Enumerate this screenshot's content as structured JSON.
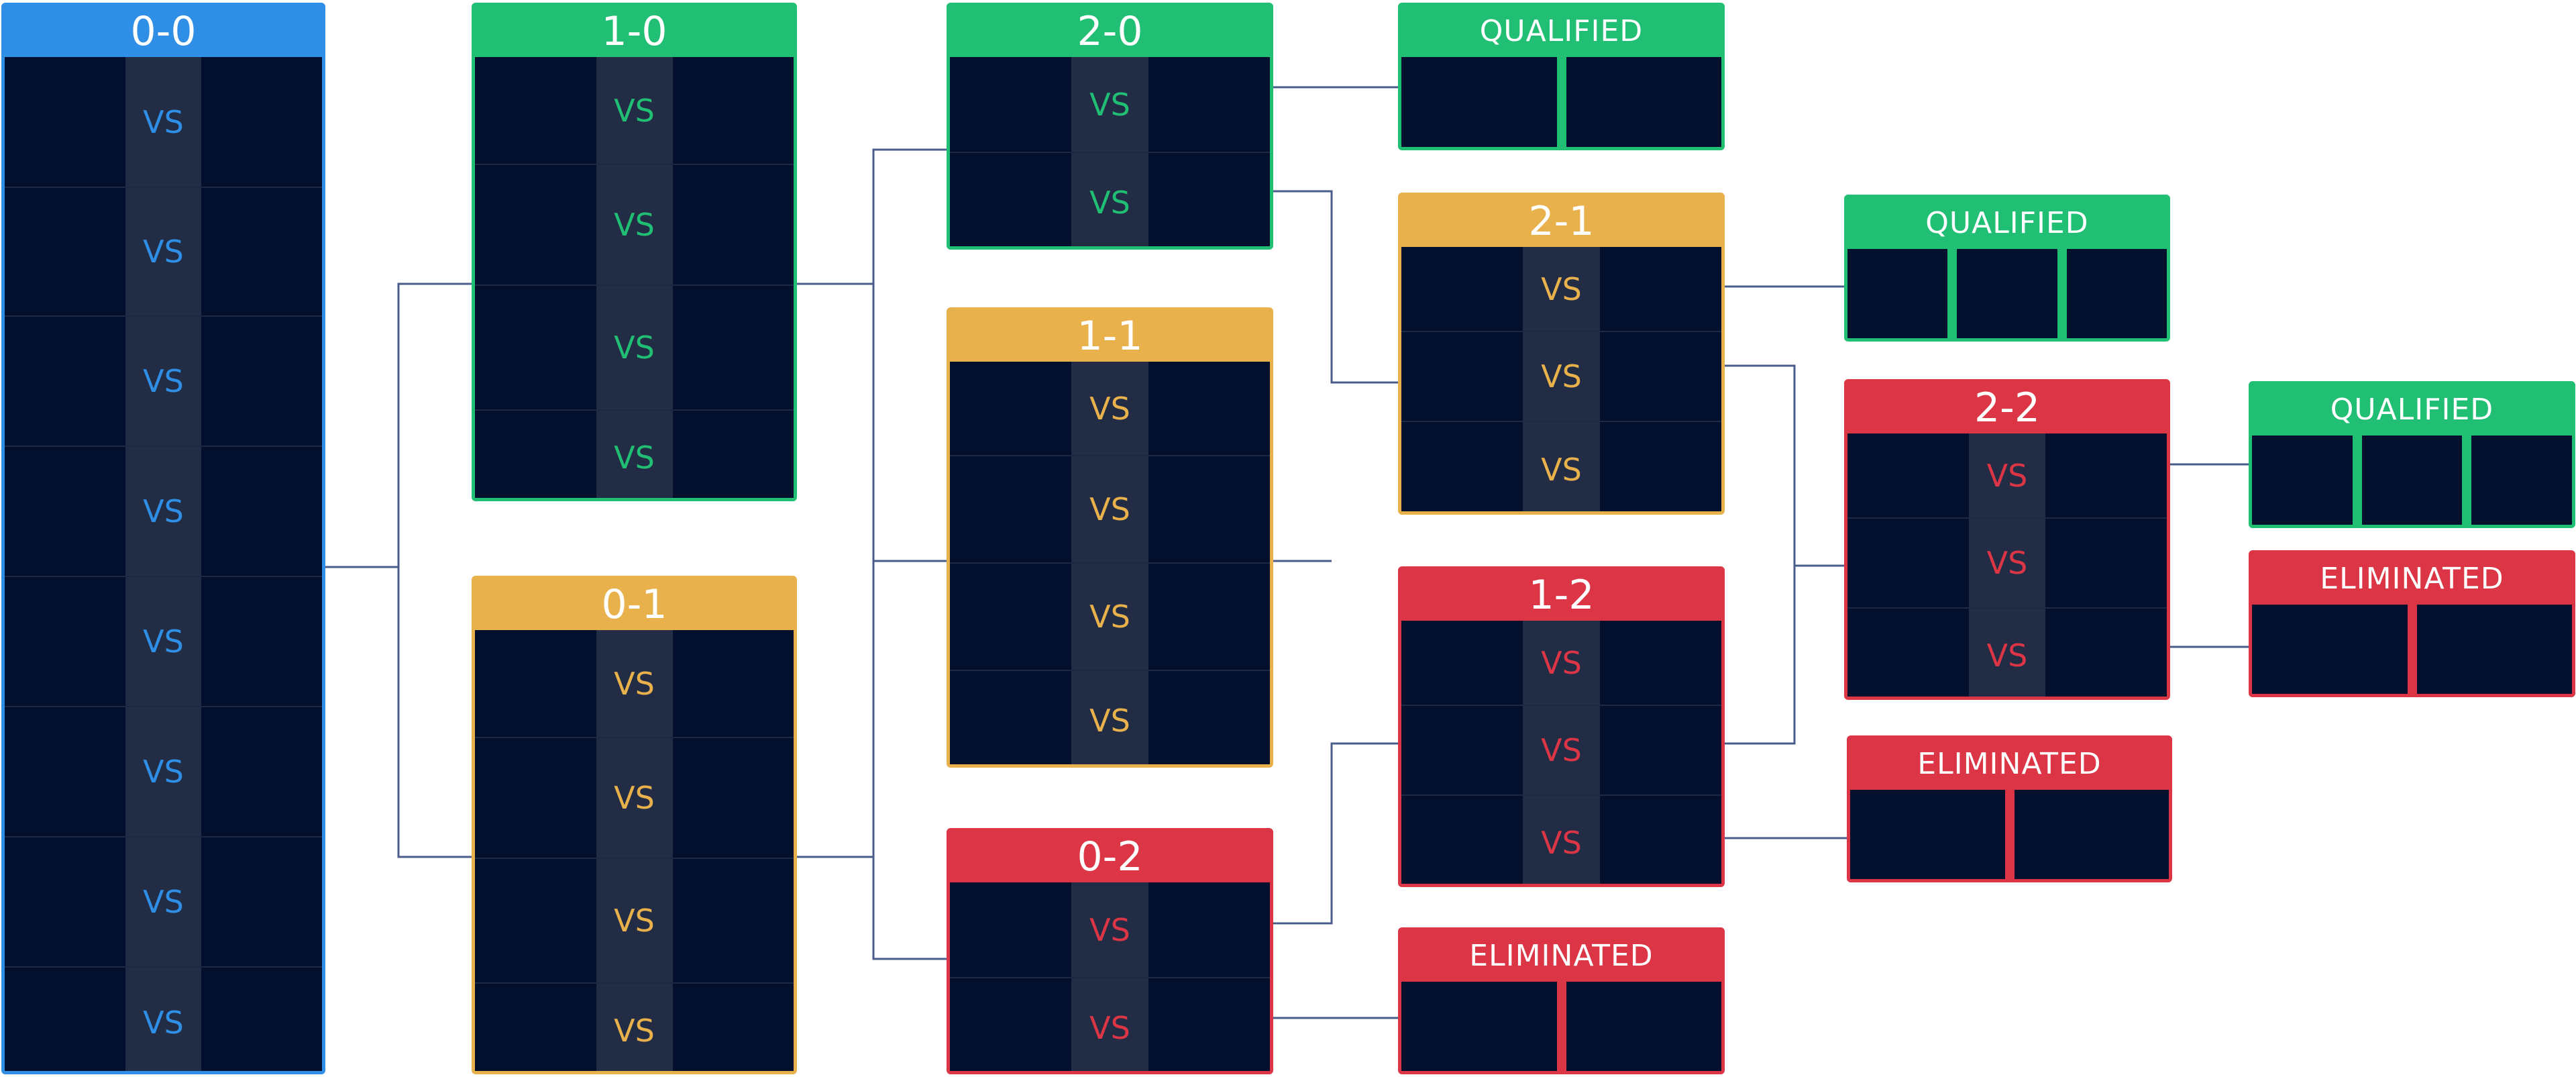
{
  "colors": {
    "blue": "#2f8ee5",
    "green": "#21bf73",
    "yellow": "#e8b14c",
    "red": "#dc3545",
    "panel": "#02102e",
    "strip": "#222d45",
    "connector": "#4a5d8a"
  },
  "matchups": [
    {
      "id": "0-0",
      "title": "0-0",
      "color": "blue",
      "vs": [
        "VS",
        "VS",
        "VS",
        "VS",
        "VS",
        "VS",
        "VS",
        "VS"
      ]
    },
    {
      "id": "1-0",
      "title": "1-0",
      "color": "green",
      "vs": [
        "VS",
        "VS",
        "VS",
        "VS"
      ]
    },
    {
      "id": "0-1",
      "title": "0-1",
      "color": "yellow",
      "vs": [
        "VS",
        "VS",
        "VS",
        "VS"
      ]
    },
    {
      "id": "2-0",
      "title": "2-0",
      "color": "green",
      "vs": [
        "VS",
        "VS"
      ]
    },
    {
      "id": "1-1",
      "title": "1-1",
      "color": "yellow",
      "vs": [
        "VS",
        "VS",
        "VS",
        "VS"
      ]
    },
    {
      "id": "0-2",
      "title": "0-2",
      "color": "red",
      "vs": [
        "VS",
        "VS"
      ]
    },
    {
      "id": "2-1",
      "title": "2-1",
      "color": "yellow",
      "vs": [
        "VS",
        "VS",
        "VS"
      ]
    },
    {
      "id": "1-2",
      "title": "1-2",
      "color": "red",
      "vs": [
        "VS",
        "VS",
        "VS"
      ]
    },
    {
      "id": "2-2",
      "title": "2-2",
      "color": "red",
      "vs": [
        "VS",
        "VS",
        "VS"
      ]
    }
  ],
  "results": [
    {
      "id": "q-2-0",
      "label": "QUALIFIED",
      "color": "green",
      "slots": 2
    },
    {
      "id": "e-0-2",
      "label": "ELIMINATED",
      "color": "red",
      "slots": 2
    },
    {
      "id": "q-2-1",
      "label": "QUALIFIED",
      "color": "green",
      "slots": 3
    },
    {
      "id": "e-1-2",
      "label": "ELIMINATED",
      "color": "red",
      "slots": 2
    },
    {
      "id": "q-2-2",
      "label": "QUALIFIED",
      "color": "green",
      "slots": 3
    },
    {
      "id": "e-2-2",
      "label": "ELIMINATED",
      "color": "red",
      "slots": 2
    }
  ]
}
